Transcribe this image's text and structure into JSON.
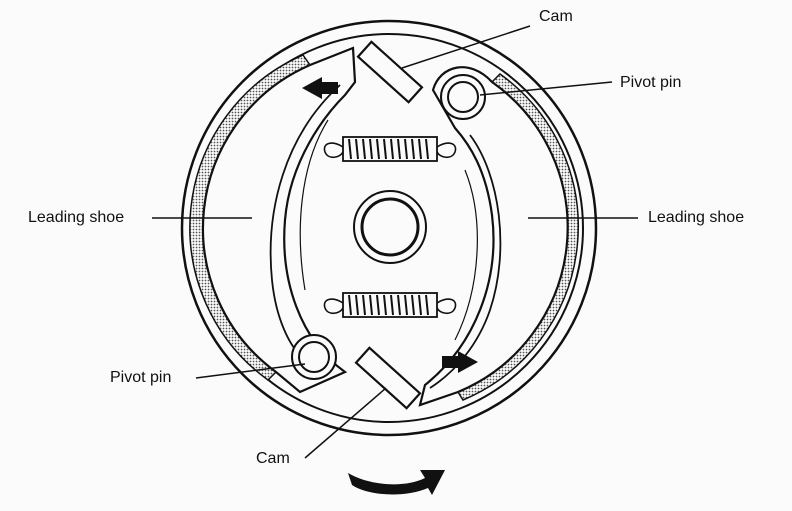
{
  "labels": {
    "cam_top": "Cam",
    "cam_bottom": "Cam",
    "pivot_top_right": "Pivot pin",
    "pivot_bottom_left": "Pivot pin",
    "leading_shoe_left": "Leading shoe",
    "leading_shoe_right": "Leading shoe"
  },
  "colors": {
    "ink": "#111111",
    "paper": "#fbfbfb",
    "lining": "#9a9a9a"
  }
}
